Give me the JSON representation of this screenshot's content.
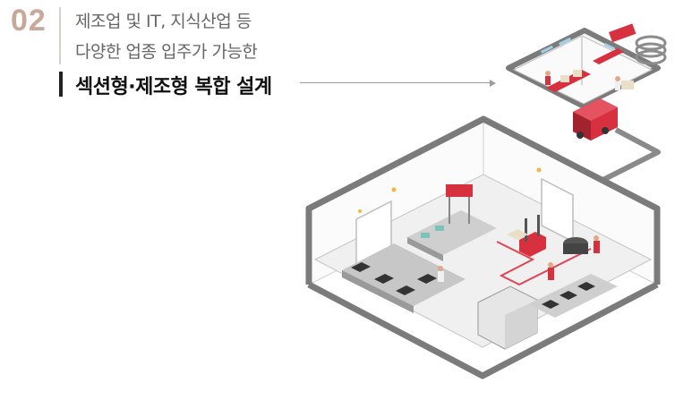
{
  "section": {
    "number": "02",
    "line1": "제조업 및 IT, 지식산업 등",
    "line2": "다양한 업종 입주가 가능한",
    "headline": "섹션형·제조형 복합 설계"
  },
  "icons": [
    "factory-illustration",
    "office-illustration",
    "forklift-icon",
    "delivery-truck-icon"
  ],
  "colors": {
    "accent_number": "#c9a89a",
    "headline": "#111111",
    "body_text": "#666666",
    "wall": "#7f7f7f",
    "floor": "#f2f2f2",
    "machine_red": "#d7303f"
  }
}
